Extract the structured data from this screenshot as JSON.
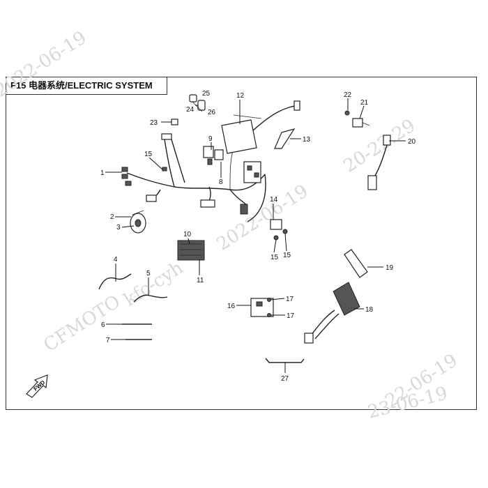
{
  "title": "F15 电器系统/ELECTRIC SYSTEM",
  "watermarks": [
    "CFMOTO",
    "kfc-cyh",
    "2022-06-19",
    "20-22.29",
    "2022-06-19",
    "22-06-19",
    "23-06-19"
  ],
  "fwd_label": "FWD",
  "callouts": {
    "c1": "1",
    "c2": "2",
    "c3": "3",
    "c4": "4",
    "c5": "5",
    "c6": "6",
    "c7": "7",
    "c8": "8",
    "c9": "9",
    "c10": "10",
    "c11": "11",
    "c12": "12",
    "c13": "13",
    "c14": "14",
    "c15a": "15",
    "c15b": "15",
    "c15c": "15",
    "c16": "16",
    "c17a": "17",
    "c17b": "17",
    "c18": "18",
    "c19": "19",
    "c20": "20",
    "c21": "21",
    "c22": "22",
    "c23": "23",
    "c24": "24",
    "c25": "25",
    "c26": "26",
    "c27": "27"
  }
}
